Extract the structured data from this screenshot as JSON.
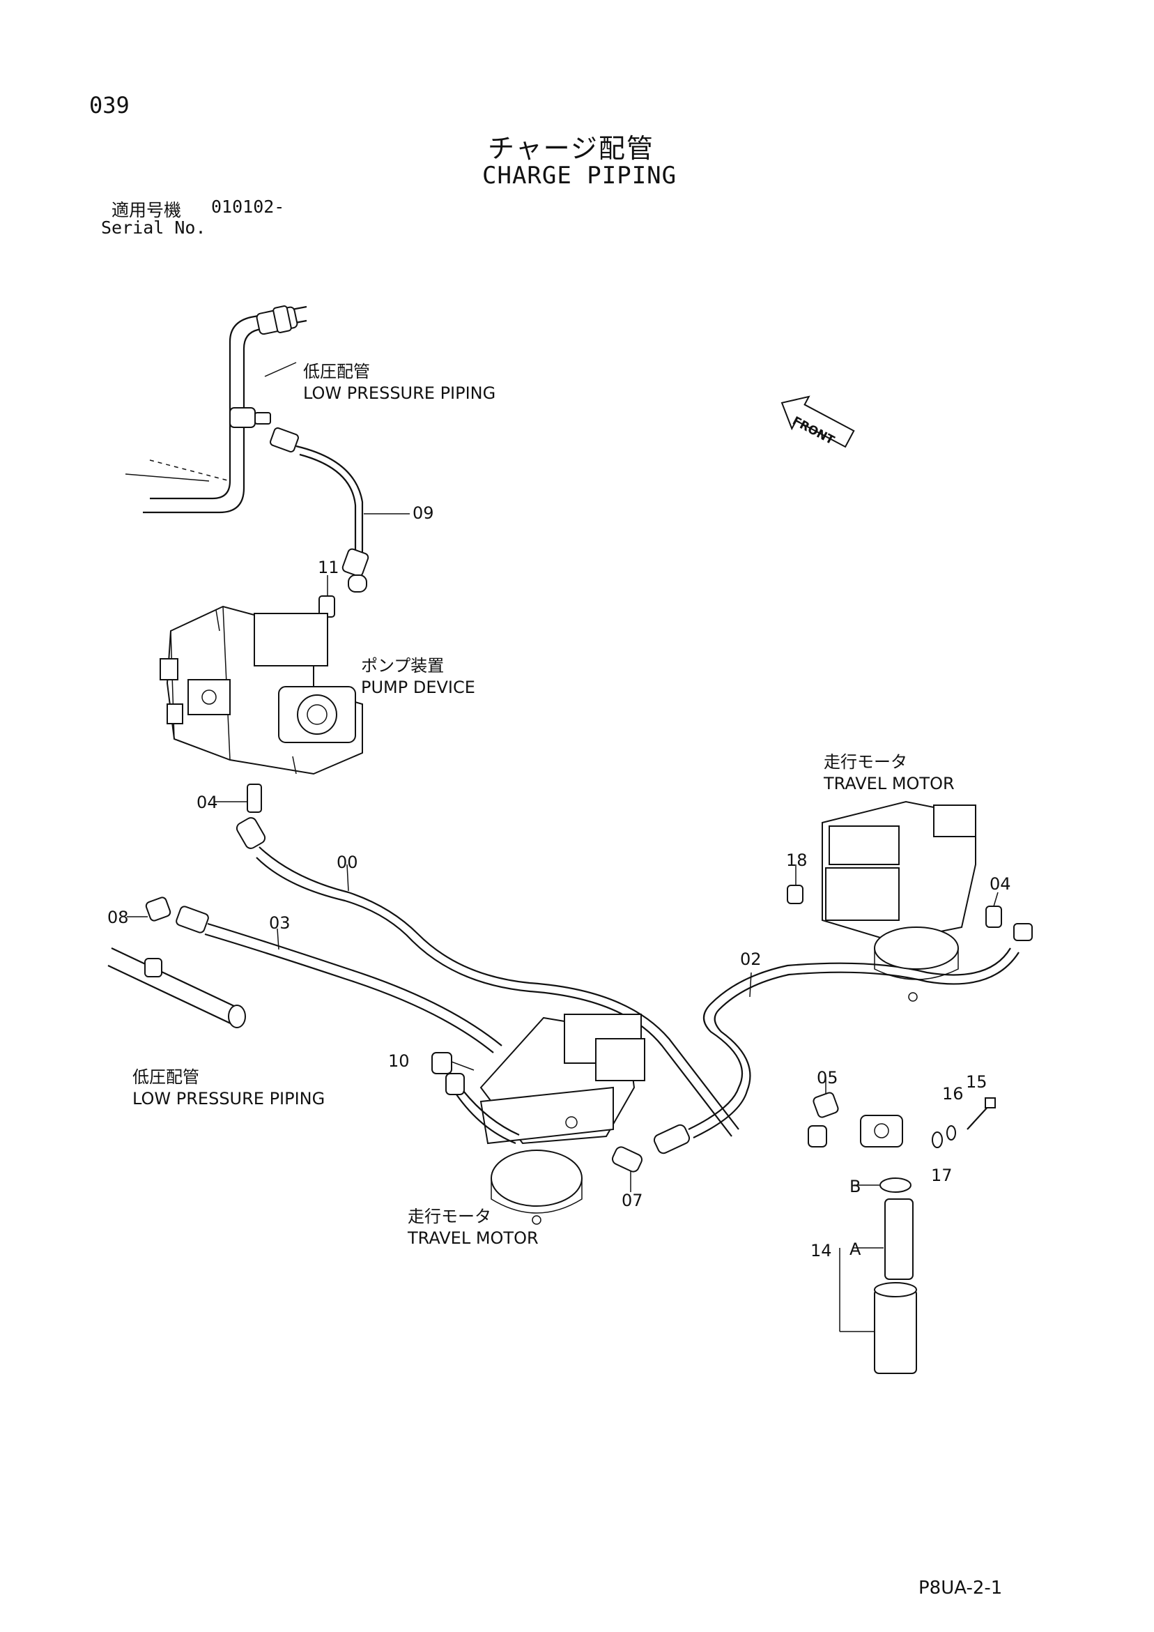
{
  "header": {
    "page_number": "039",
    "title_ja": "チャージ配管",
    "title_en": "CHARGE PIPING",
    "serial_ja": "適用号機",
    "serial_code": "010102-",
    "serial_en": "Serial No."
  },
  "labels": {
    "low_pressure_top_ja": "低圧配管",
    "low_pressure_top_en": "LOW PRESSURE PIPING",
    "pump_ja": "ポンプ装置",
    "pump_en": "PUMP DEVICE",
    "travel_right_ja": "走行モータ",
    "travel_right_en": "TRAVEL MOTOR",
    "low_pressure_bottom_ja": "低圧配管",
    "low_pressure_bottom_en": "LOW PRESSURE PIPING",
    "travel_bottom_ja": "走行モータ",
    "travel_bottom_en": "TRAVEL MOTOR",
    "front": "FRONT"
  },
  "part_numbers": {
    "p09": "09",
    "p11": "11",
    "p04a": "04",
    "p00": "00",
    "p08": "08",
    "p03": "03",
    "p18": "18",
    "p04b": "04",
    "p02": "02",
    "p10": "10",
    "p05": "05",
    "p16": "16",
    "p15": "15",
    "p17": "17",
    "p07": "07",
    "pB": "B",
    "pA": "A",
    "p14": "14"
  },
  "footer": {
    "code": "P8UA-2-1"
  }
}
